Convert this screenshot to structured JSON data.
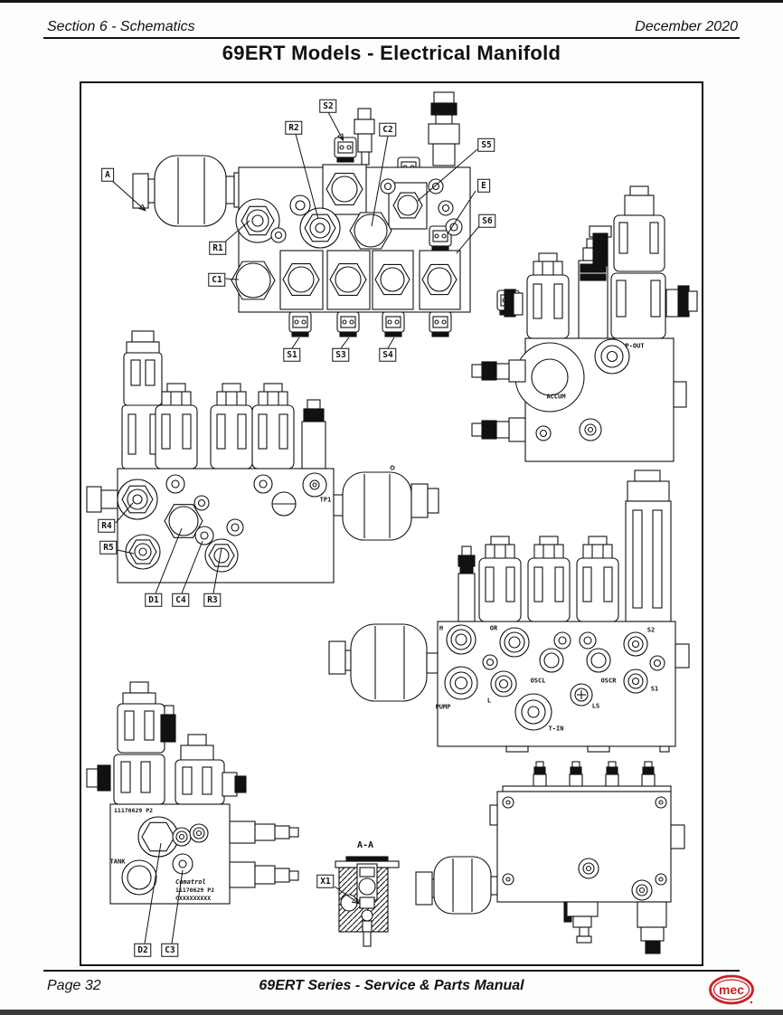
{
  "header": {
    "section": "Section 6 - Schematics",
    "date": "December 2020"
  },
  "title": "69ERT Models - Electrical Manifold",
  "footer": {
    "page": "Page 32",
    "manual": "69ERT Series - Service & Parts Manual",
    "logo_text": "mec"
  },
  "colors": {
    "ink": "#111111",
    "logo_red": "#cc2027",
    "paper": "#ffffff"
  },
  "callouts": [
    {
      "id": "A",
      "label": "A"
    },
    {
      "id": "S2",
      "label": "S2"
    },
    {
      "id": "R2",
      "label": "R2"
    },
    {
      "id": "C2",
      "label": "C2"
    },
    {
      "id": "S5",
      "label": "S5"
    },
    {
      "id": "E",
      "label": "E"
    },
    {
      "id": "S6",
      "label": "S6"
    },
    {
      "id": "R1",
      "label": "R1"
    },
    {
      "id": "C1",
      "label": "C1"
    },
    {
      "id": "S1",
      "label": "S1"
    },
    {
      "id": "S3",
      "label": "S3"
    },
    {
      "id": "S4",
      "label": "S4"
    },
    {
      "id": "R4",
      "label": "R4"
    },
    {
      "id": "R5",
      "label": "R5"
    },
    {
      "id": "D1",
      "label": "D1"
    },
    {
      "id": "C4",
      "label": "C4"
    },
    {
      "id": "R3",
      "label": "R3"
    },
    {
      "id": "D2",
      "label": "D2"
    },
    {
      "id": "C3",
      "label": "C3"
    },
    {
      "id": "X1",
      "label": "X1"
    }
  ],
  "port_labels": {
    "tp1": "TP1",
    "p_out": "P-OUT",
    "accum": "ACCUM",
    "h": "H",
    "or": "OR",
    "s2": "S2",
    "oscl": "OSCL",
    "oscr": "OSCR",
    "s1": "S1",
    "pump": "PUMP",
    "l": "L",
    "ls": "LS",
    "t_in": "T-IN",
    "tank": "TANK",
    "section": "A-A"
  },
  "block_markings": {
    "part_number_top": "11170629  P2",
    "brand": "Comatrol",
    "part_number": "11170629  P2",
    "serial": "CXXXXXXXXX"
  }
}
